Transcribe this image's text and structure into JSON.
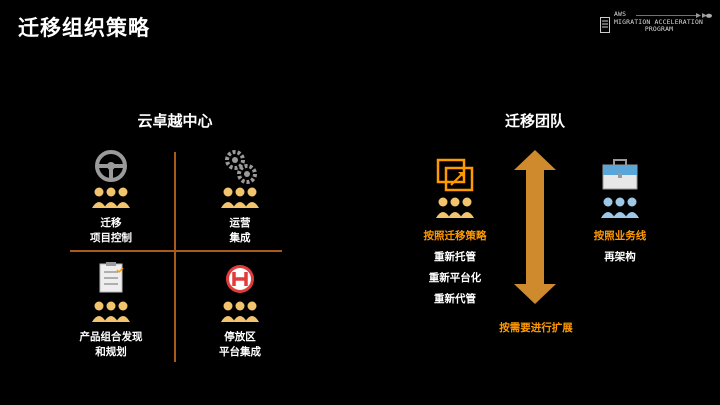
{
  "header": {
    "title": "迁移组织策略",
    "logo": {
      "line1": "AWS",
      "line2": "MIGRATION ACCELERATION",
      "line3": "PROGRAM"
    }
  },
  "left_section": {
    "heading": "云卓越中心",
    "quadrants": [
      {
        "icon": "steering-wheel-icon",
        "lines": [
          "迁移",
          "项目控制"
        ]
      },
      {
        "icon": "gears-icon",
        "lines": [
          "运营",
          "集成"
        ]
      },
      {
        "icon": "checklist-icon",
        "lines": [
          "产品组合发现",
          "和规划"
        ]
      },
      {
        "icon": "helipad-icon",
        "lines": [
          "停放区",
          "平台集成"
        ]
      }
    ]
  },
  "right_section": {
    "heading": "迁移团队",
    "left_group": {
      "icon": "migration-window-icon",
      "title": "按照迁移策略",
      "items": [
        "重新托管",
        "重新平台化",
        "重新代管"
      ]
    },
    "right_group": {
      "icon": "briefcase-icon",
      "title": "按照业务线",
      "items": [
        "再架构"
      ]
    },
    "scale_label": "按需要进行扩展"
  },
  "colors": {
    "accent": "#ff9900",
    "divider": "#a85a1a",
    "people": "#f2c46d"
  }
}
